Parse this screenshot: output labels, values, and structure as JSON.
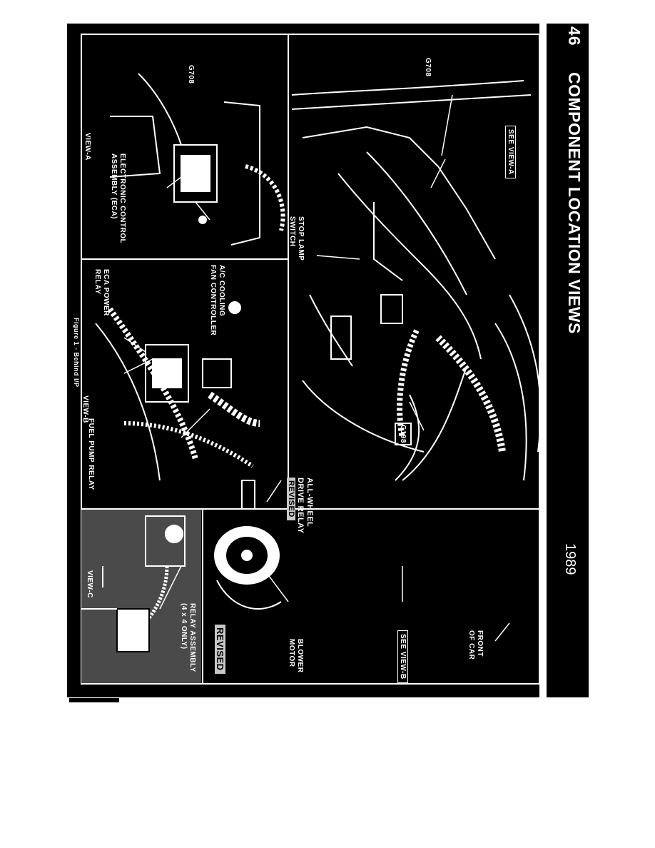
{
  "header": {
    "page_number": "46",
    "title": "COMPONENT LOCATION VIEWS",
    "year": "1989"
  },
  "caption": "Figure 1 - Behind I/P",
  "views": {
    "view_a": "VIEW-A",
    "view_b": "VIEW-B",
    "view_c": "VIEW-C"
  },
  "labels": {
    "g708_main": "G708",
    "g708_view_a": "G708",
    "see_view_a": "SEE VIEW-A",
    "see_view_b": "SEE VIEW-B",
    "stop_lamp_switch_1": "STOP LAMP",
    "stop_lamp_switch_2": "SWITCH",
    "c198": "C198",
    "awd_relay_1": "ALL-WHEEL",
    "awd_relay_2": "DRIVE RELAY",
    "revised_small": "REVISED",
    "blower_motor_1": "BLOWER",
    "blower_motor_2": "MOTOR",
    "front_of_car_1": "FRONT",
    "front_of_car_2": "OF CAR",
    "eca_1": "ELECTRONIC CONTROL",
    "eca_2": "ASSEMBLY (ECA)",
    "ac_fan_1": "A/C COOLING",
    "ac_fan_2": "FAN CONTROLLER",
    "eca_power_1": "ECA POWER",
    "eca_power_2": "RELAY",
    "fuel_pump_relay": "FUEL PUMP RELAY",
    "relay_assembly_1": "RELAY ASSEMBLY",
    "relay_assembly_2": "(4 x 4 ONLY)",
    "revised_big": "REVISED"
  },
  "colors": {
    "background": "#000000",
    "line": "#ffffff",
    "highlight": "#c8c8c8"
  }
}
